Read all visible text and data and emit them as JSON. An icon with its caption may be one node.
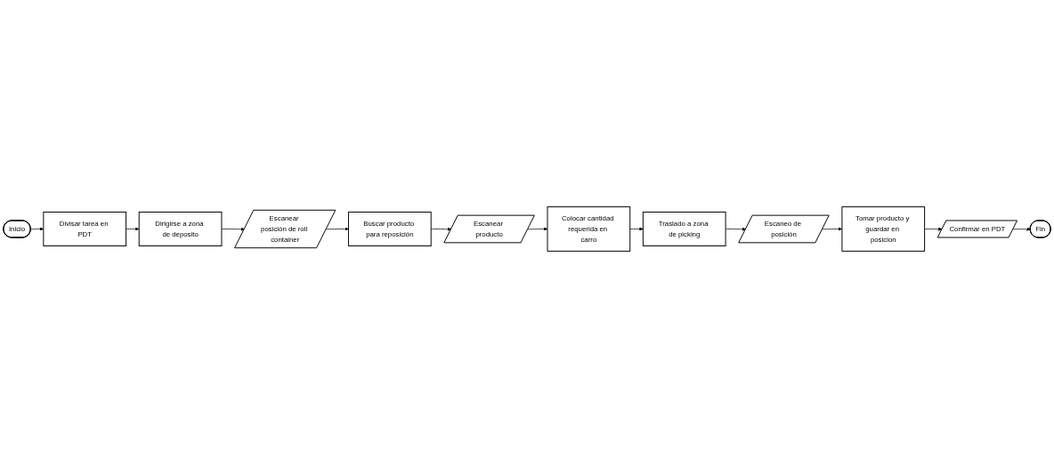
{
  "diagram": {
    "nodes": [
      {
        "text": [
          "Inicio"
        ]
      },
      {
        "text": [
          "Divisar tarea en PDT"
        ]
      },
      {
        "text": [
          "Dirigirse a zona de deposito"
        ]
      },
      {
        "text": [
          "Escanear posición de roll container"
        ]
      },
      {
        "text": [
          "Buscar producto para reposición"
        ]
      },
      {
        "text": [
          "Escanear producto"
        ]
      },
      {
        "text": [
          "Colocar cantidad requerida en carro"
        ]
      },
      {
        "text": [
          "Traslado a zona de picking"
        ]
      },
      {
        "text": [
          "Escaneo de posición"
        ]
      },
      {
        "text": [
          "Tomar producto y guardar en posicion"
        ]
      },
      {
        "text": [
          "Confirmar en PDT"
        ]
      },
      {
        "text": [
          "Fin"
        ]
      }
    ],
    "edges": [
      {
        "from": 0,
        "to": 1,
        "arrow": "to"
      },
      {
        "from": 1,
        "to": 2,
        "arrow": "to"
      },
      {
        "from": 2,
        "to": 3,
        "arrow": "to"
      },
      {
        "from": 3,
        "to": 4,
        "arrow": "to"
      },
      {
        "from": 4,
        "to": 5,
        "arrow": "to"
      },
      {
        "from": 5,
        "to": 6,
        "arrow": "to"
      },
      {
        "from": 6,
        "to": 7,
        "arrow": "to"
      },
      {
        "from": 7,
        "to": 8,
        "arrow": "to"
      },
      {
        "from": 8,
        "to": 9,
        "arrow": "to"
      },
      {
        "from": 9,
        "to": 10,
        "arrow": "to"
      },
      {
        "from": 10,
        "to": 11,
        "arrow": "to"
      }
    ]
  }
}
